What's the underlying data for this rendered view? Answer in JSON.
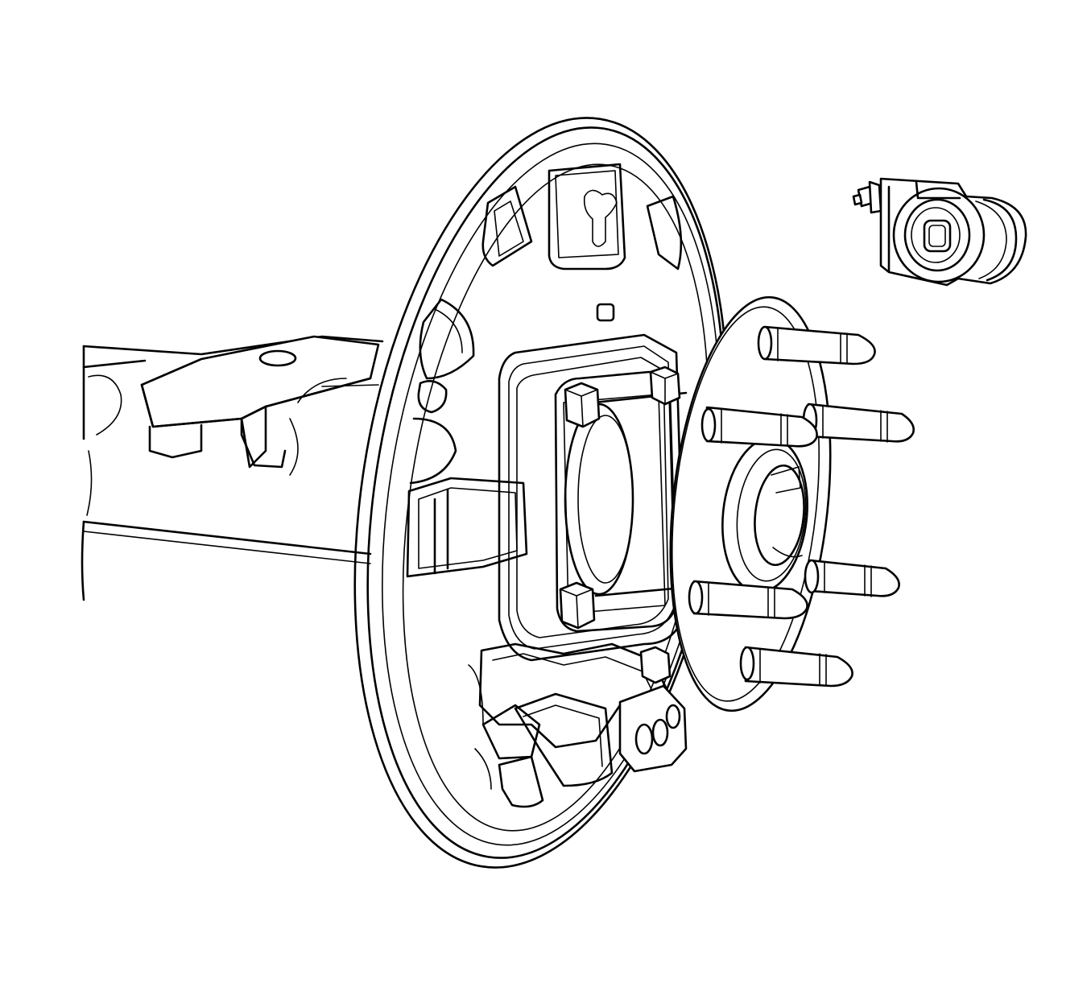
{
  "figure": {
    "background": "#ffffff",
    "line_color": "#000000",
    "parts": [
      "axle-housing",
      "brake-backing-plate",
      "axle-flange",
      "hub-flange",
      "wheel-stud",
      "mounting-bolt",
      "wheel-cylinder"
    ],
    "wheel_stud_count": 6,
    "mounting_bolt_count": 4
  }
}
